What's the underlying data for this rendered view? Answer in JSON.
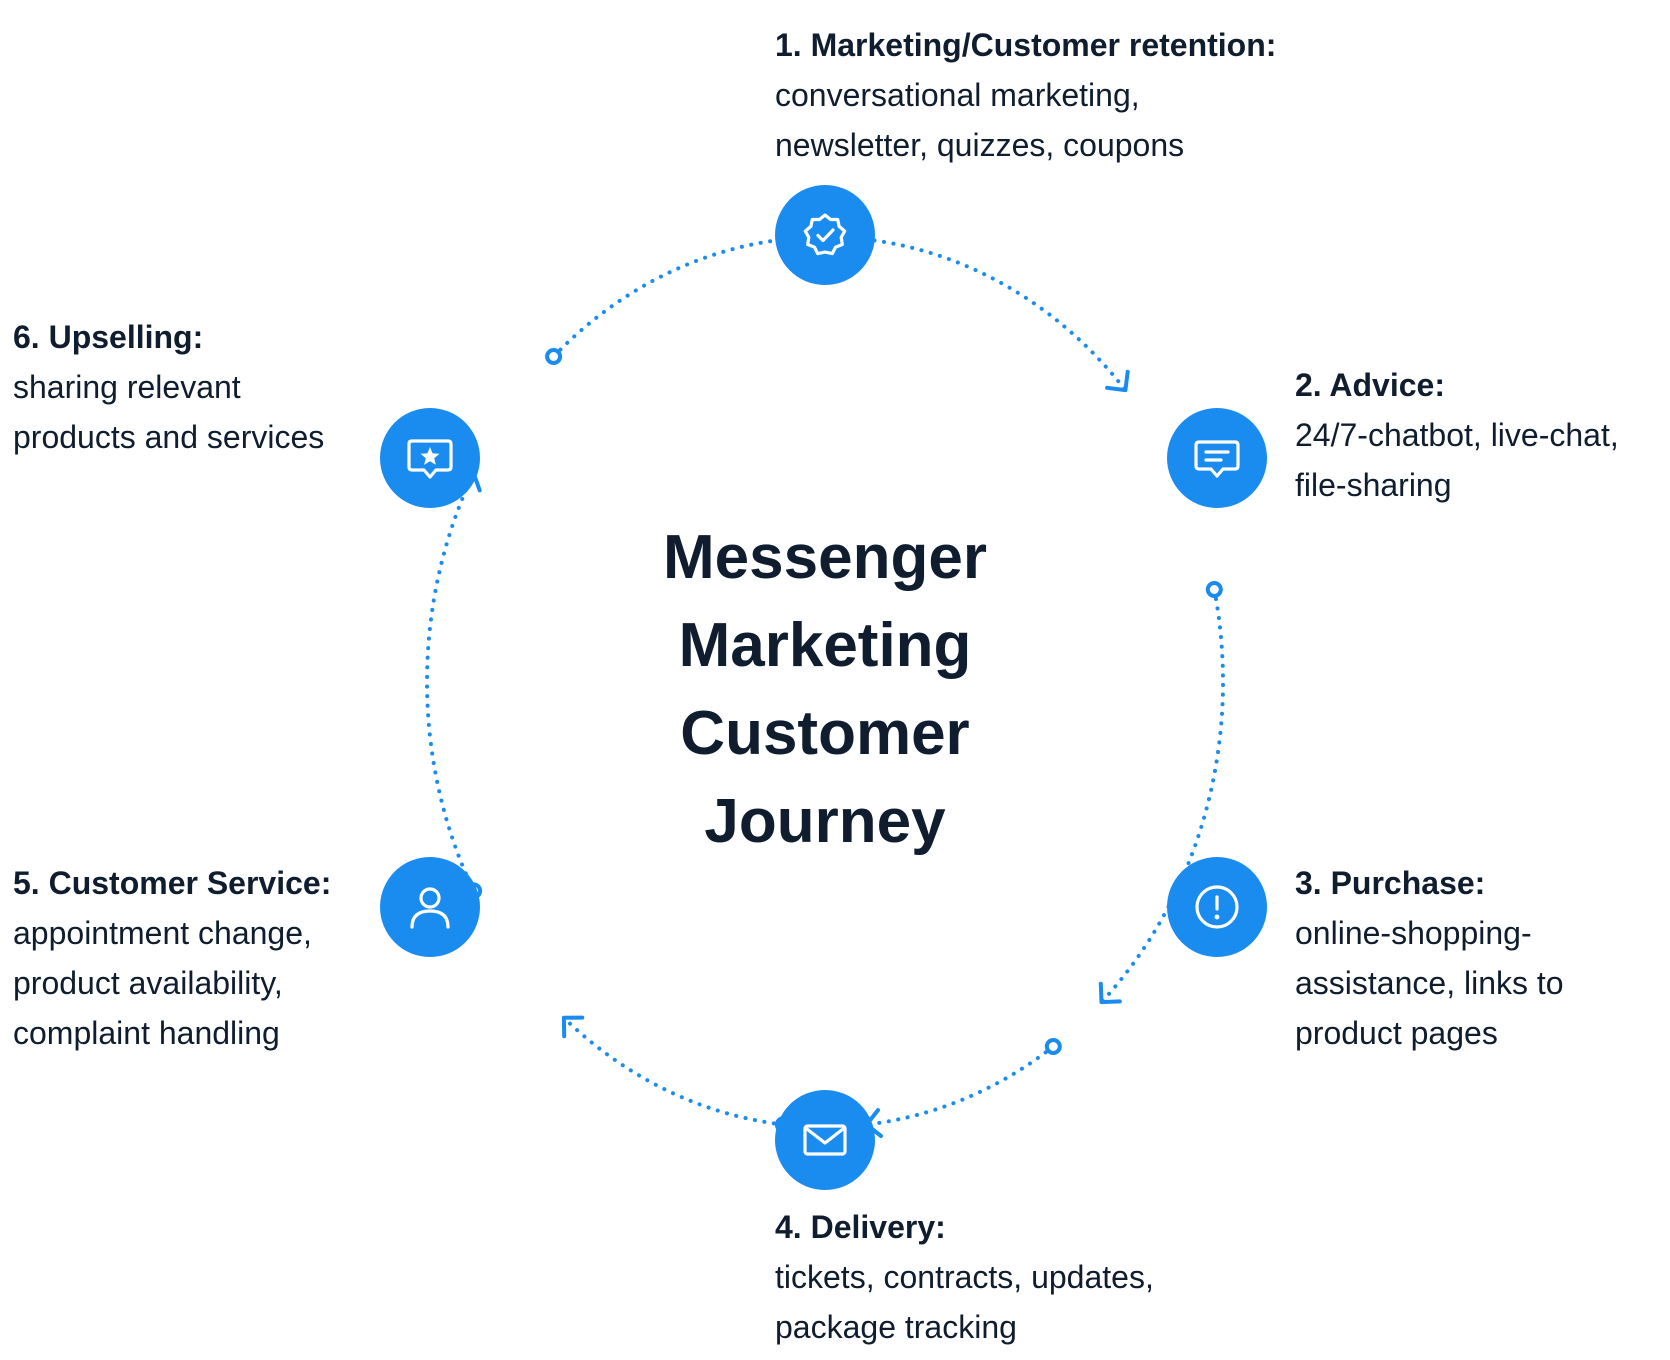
{
  "accent_color": "#1a8cf0",
  "text_color": "#0f1d2e",
  "center_title": "Messenger\nMarketing\nCustomer\nJourney",
  "steps": [
    {
      "id": "step-1",
      "title": "1. Marketing/Customer retention:",
      "desc_lines": [
        "conversational marketing,",
        "newsletter, quizzes, coupons"
      ],
      "icon": "verified-badge-icon"
    },
    {
      "id": "step-2",
      "title": "2. Advice:",
      "desc_lines": [
        "24/7-chatbot, live-chat,",
        "file-sharing"
      ],
      "icon": "chat-message-icon"
    },
    {
      "id": "step-3",
      "title": "3. Purchase:",
      "desc_lines": [
        "online-shopping-",
        "assistance, links to",
        "product pages"
      ],
      "icon": "alert-circle-icon"
    },
    {
      "id": "step-4",
      "title": "4. Delivery:",
      "desc_lines": [
        "tickets, contracts, updates,",
        "package tracking"
      ],
      "icon": "mail-icon"
    },
    {
      "id": "step-5",
      "title": "5. Customer Service:",
      "desc_lines": [
        "appointment change,",
        "product availability,",
        "complaint handling"
      ],
      "icon": "user-icon"
    },
    {
      "id": "step-6",
      "title": "6. Upselling:",
      "desc_lines": [
        "sharing relevant",
        "products and services"
      ],
      "icon": "star-message-icon"
    }
  ]
}
